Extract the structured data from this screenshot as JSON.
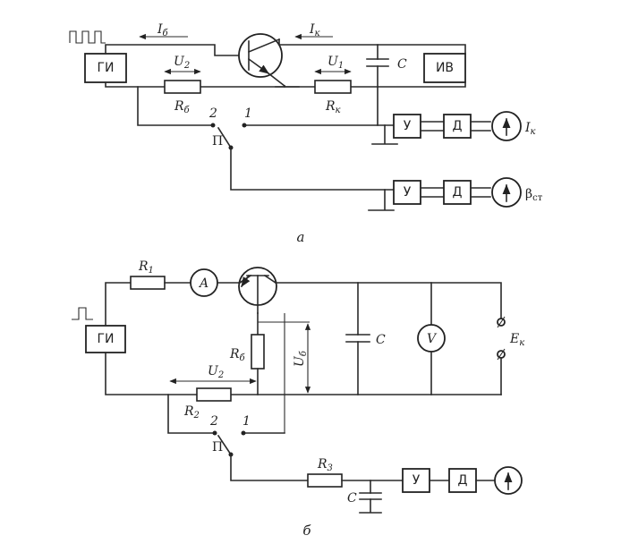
{
  "diagram_a": {
    "caption": "а",
    "gi": "ГИ",
    "iv": "ИВ",
    "amp_1": "У",
    "det_1": "Д",
    "amp_2": "У",
    "det_2": "Д",
    "I_b": {
      "main": "I",
      "sub": "б"
    },
    "I_k": {
      "main": "I",
      "sub": "к"
    },
    "U_2": {
      "main": "U",
      "sub": "2"
    },
    "U_1": {
      "main": "U",
      "sub": "1"
    },
    "R_b": {
      "main": "R",
      "sub": "б"
    },
    "R_k": {
      "main": "R",
      "sub": "к"
    },
    "C": "C",
    "switch_label": "П",
    "switch_pos_2": "2",
    "switch_pos_1": "1",
    "meter_1": {
      "main": "I",
      "sub": "к"
    },
    "meter_2": {
      "main": "β",
      "sub": "ст"
    }
  },
  "diagram_b": {
    "caption": "б",
    "gi": "ГИ",
    "amp": "У",
    "det": "Д",
    "R_1": {
      "main": "R",
      "sub": "1"
    },
    "R_2": {
      "main": "R",
      "sub": "2"
    },
    "R_3": {
      "main": "R",
      "sub": "3"
    },
    "R_b": {
      "main": "R",
      "sub": "б"
    },
    "U_2": {
      "main": "U",
      "sub": "2"
    },
    "U_b": {
      "main": "U",
      "sub": "б"
    },
    "C_1": "C",
    "C_2": "C",
    "ammeter": "A",
    "voltmeter": "V",
    "E_k": {
      "main": "E",
      "sub": "к"
    },
    "switch_label": "П",
    "switch_pos_2": "2",
    "switch_pos_1": "1"
  }
}
